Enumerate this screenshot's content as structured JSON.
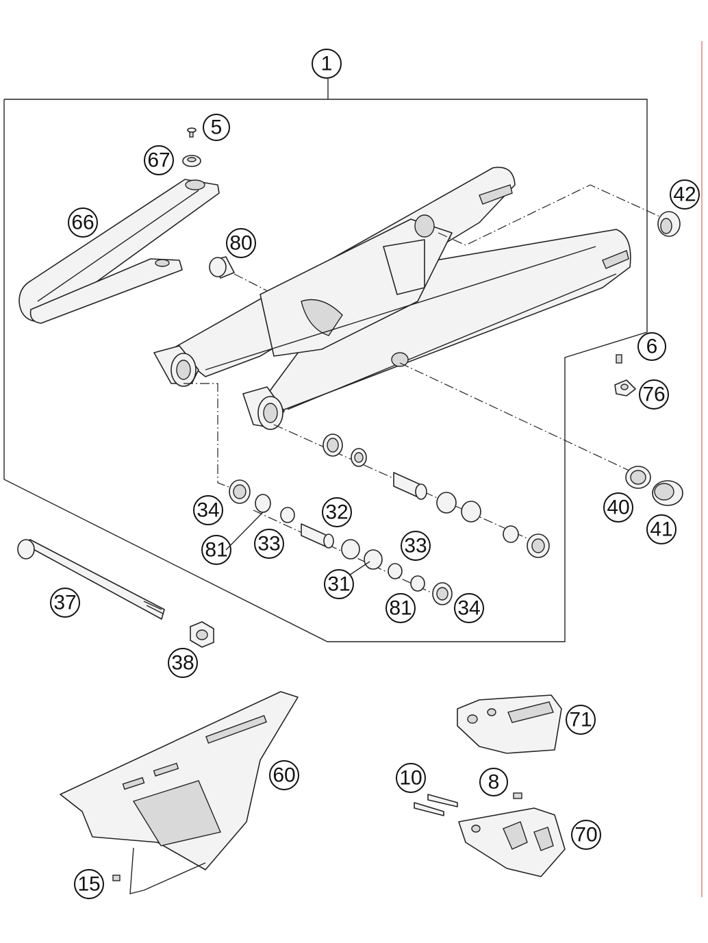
{
  "callouts": {
    "c1": "1",
    "c5": "5",
    "c67": "67",
    "c66": "66",
    "c80": "80",
    "c42": "42",
    "c6": "6",
    "c76": "76",
    "c40": "40",
    "c41": "41",
    "c34a": "34",
    "c81a": "81",
    "c33a": "33",
    "c32": "32",
    "c33b": "33",
    "c31": "31",
    "c81b": "81",
    "c34b": "34",
    "c37": "37",
    "c38": "38",
    "c60": "60",
    "c15": "15",
    "c71": "71",
    "c10": "10",
    "c8": "8",
    "c70": "70"
  }
}
